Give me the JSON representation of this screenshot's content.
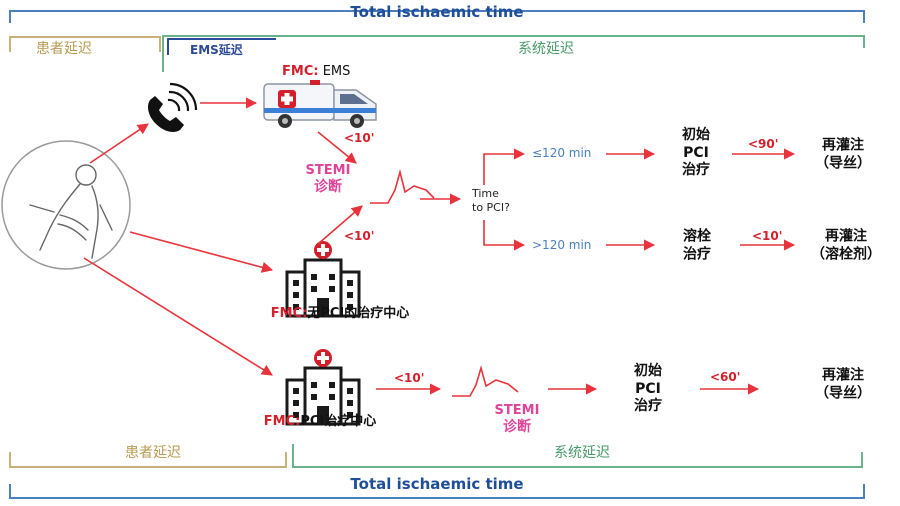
{
  "colors": {
    "arrow_red": "#e8323c",
    "bracket_blue": "#4a7fc0",
    "bracket_tan": "#c9b27a",
    "bracket_green": "#6bb38a",
    "stemi_pink": "#e0449a"
  },
  "header": {
    "total_time": "Total ischaemic time",
    "patient_delay": "患者延迟",
    "ems_delay": "EMS延迟",
    "system_delay": "系统延迟"
  },
  "footer": {
    "patient_delay": "患者延迟",
    "system_delay": "系统延迟",
    "total_time": "Total ischaemic time"
  },
  "ems_route": {
    "fmc_prefix": "FMC:",
    "fmc_text": " EMS",
    "t_to_stemi": "<10'",
    "stemi": "STEMI",
    "diagnosis": "诊断",
    "t_nonpci": "<10'",
    "decision": "Time\nto PCI?",
    "branch_fast": "≤120 min",
    "branch_slow": ">120 min",
    "primary_pci": "初始\nPCI\n治疗",
    "t_pci": "<90'",
    "reperfusion_wire": "再灌注\n（导丝）",
    "thrombolysis": "溶栓\n治疗",
    "t_lysis": "<10'",
    "reperfusion_lytic": "再灌注\n（溶栓剂）"
  },
  "non_pci_center": {
    "fmc_prefix": "FMC:",
    "fmc_text": "无PCI的治疗中心"
  },
  "pci_center": {
    "fmc_prefix": "FMC:",
    "fmc_text": "PCI治疗中心",
    "t_to_stemi": "<10'",
    "stemi": "STEMI",
    "diagnosis": "诊断",
    "primary_pci": "初始\nPCI\n治疗",
    "t_pci": "<60'",
    "reperfusion_wire": "再灌注\n（导丝）"
  },
  "icons": [
    "patient-icon",
    "phone-icon",
    "ambulance-icon",
    "hospital-icon",
    "ecg-icon"
  ]
}
